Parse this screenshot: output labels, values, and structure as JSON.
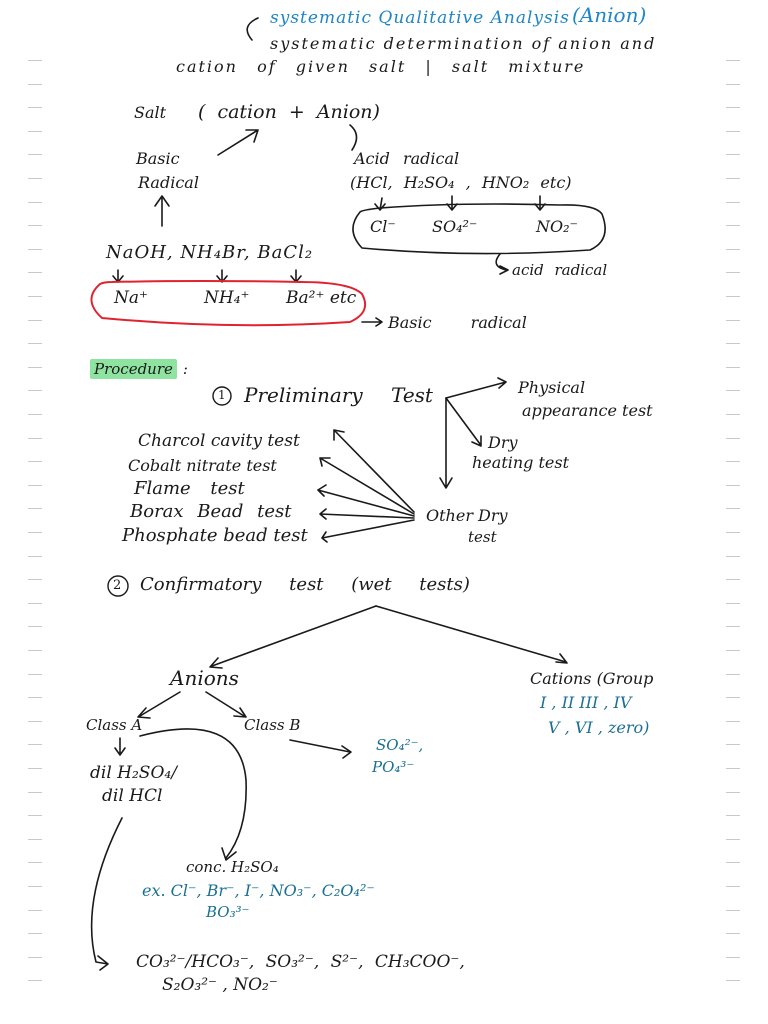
{
  "title": {
    "main": "systematic Qualitative Analysis",
    "tag": "(Anion)",
    "line1": "systematic determination of anion and",
    "line2": "cation of given salt | salt mixture"
  },
  "salt_diagram": {
    "salt": "Salt",
    "formula": "( cation + Anion)",
    "basic_radical": "Basic",
    "basic_radical_2": "Radical",
    "acid_radical": "Acid radical",
    "acid_examples": "(HCl, H₂SO₄ , HNO₂ etc)",
    "acid_ions": [
      "Cl⁻",
      "SO₄²⁻",
      "NO₂⁻"
    ],
    "acid_label": "acid radical",
    "base_examples": "NaOH, NH₄Br, BaCl₂",
    "base_ions": [
      "Na⁺",
      "NH₄⁺",
      "Ba²⁺ etc"
    ],
    "basic_label": "Basic radical"
  },
  "procedure": {
    "label": "Procedure",
    "colon": ":",
    "prelim_num": "1",
    "prelim_title": "Preliminary Test",
    "physical": "Physical",
    "physical_2": "appearance test",
    "dry": "Dry",
    "dry_2": "heating test",
    "other": "Other Dry",
    "other_2": "test",
    "tests": [
      "Charcol cavity test",
      "Cobalt nitrate test",
      "Flame test",
      "Borax Bead test",
      "Phosphate bead test"
    ],
    "confirm_num": "2",
    "confirm_title": "Confirmatory test (wet tests)"
  },
  "wet_tests": {
    "anions": "Anions",
    "cations": "Cations (Group",
    "cation_groups_1": "I , II  III , IV",
    "cation_groups_2": "V , VI , zero)",
    "class_a": "Class A",
    "class_b": "Class B",
    "class_b_ions": "SO₄²⁻,",
    "class_b_ions_2": "PO₄³⁻",
    "dil_1": "dil H₂SO₄/",
    "dil_2": "dil HCl",
    "conc": "conc. H₂SO₄",
    "conc_ex": "ex. Cl⁻, Br⁻, I⁻, NO₃⁻, C₂O₄²⁻",
    "conc_ex_2": "BO₃³⁻",
    "dil_ions_1": "CO₃²⁻/HCO₃⁻, SO₃²⁻, S²⁻, CH₃COO⁻,",
    "dil_ions_2": "S₂O₃²⁻ , NO₂⁻"
  },
  "colors": {
    "ink": "#1a1a1a",
    "blue_ink": "#1e86c7",
    "teal_ink": "#1a6f95",
    "highlight": "#8fe3a0",
    "red_loop": "#e0242f"
  }
}
